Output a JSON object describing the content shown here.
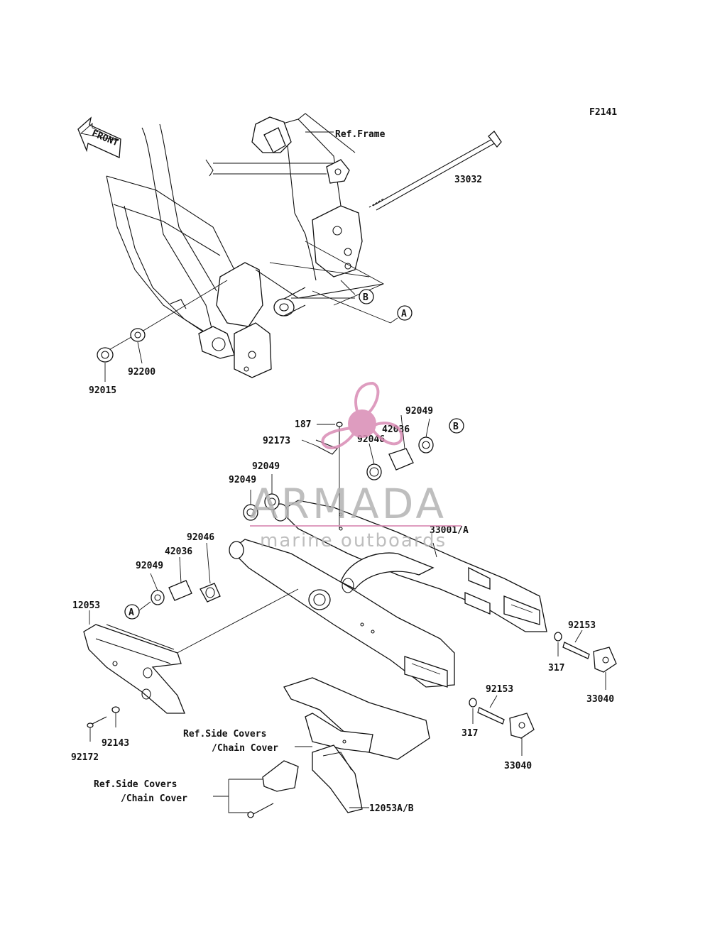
{
  "diagram": {
    "code": "F2141",
    "front_label": "FRONT",
    "circle_labels": {
      "A": "A",
      "B": "B"
    },
    "parts": [
      {
        "id": "p_33032",
        "text": "33032"
      },
      {
        "id": "p_ref_frame",
        "text": "Ref.Frame"
      },
      {
        "id": "p_92015",
        "text": "92015"
      },
      {
        "id": "p_92200",
        "text": "92200"
      },
      {
        "id": "p_187",
        "text": "187"
      },
      {
        "id": "p_92173",
        "text": "92173"
      },
      {
        "id": "p_92049_top",
        "text": "92049"
      },
      {
        "id": "p_42036_top",
        "text": "42036"
      },
      {
        "id": "p_92046_top",
        "text": "92046"
      },
      {
        "id": "p_92049_a",
        "text": "92049"
      },
      {
        "id": "p_92049_b",
        "text": "92049"
      },
      {
        "id": "p_33001",
        "text": "33001/A"
      },
      {
        "id": "p_92046_mid",
        "text": "92046"
      },
      {
        "id": "p_42036_mid",
        "text": "42036"
      },
      {
        "id": "p_92049_mid",
        "text": "92049"
      },
      {
        "id": "p_12053",
        "text": "12053"
      },
      {
        "id": "p_92153_r",
        "text": "92153"
      },
      {
        "id": "p_317_r",
        "text": "317"
      },
      {
        "id": "p_33040_r",
        "text": "33040"
      },
      {
        "id": "p_92153_c",
        "text": "92153"
      },
      {
        "id": "p_317_c",
        "text": "317"
      },
      {
        "id": "p_33040_c",
        "text": "33040"
      },
      {
        "id": "p_92143",
        "text": "92143"
      },
      {
        "id": "p_92172",
        "text": "92172"
      },
      {
        "id": "p_ref_side1a",
        "text": "Ref.Side Covers"
      },
      {
        "id": "p_ref_side1b",
        "text": "/Chain Cover"
      },
      {
        "id": "p_ref_side2a",
        "text": "Ref.Side Covers"
      },
      {
        "id": "p_ref_side2b",
        "text": "/Chain Cover"
      },
      {
        "id": "p_12053ab",
        "text": "12053A/B"
      }
    ]
  },
  "watermark": {
    "brand": "ARMADA",
    "tagline": "marine outboards",
    "color": "#d98bb4"
  }
}
